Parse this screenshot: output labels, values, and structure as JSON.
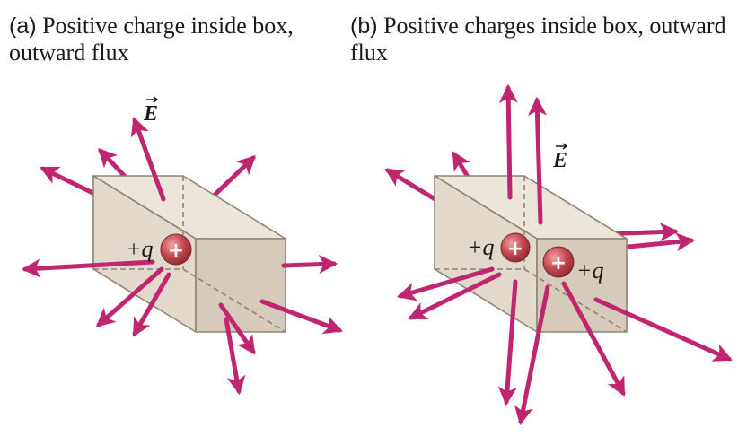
{
  "panel_a": {
    "tag": "(a)",
    "caption": "Positive charge inside box, outward flux",
    "field_label": "E",
    "charge_label": "+q",
    "charge_sign": "+"
  },
  "panel_b": {
    "tag": "(b)",
    "caption": "Positive charges inside box, outward flux",
    "field_label": "E",
    "charge_label_1": "+q",
    "charge_label_2": "+q",
    "charge_sign": "+"
  },
  "colors": {
    "arrow": "#c0266f",
    "box_front": "#e2d9cc",
    "box_side": "#d6cbbb",
    "box_top": "#ece5da",
    "box_edge": "#8e8476",
    "charge": "#c4484d"
  }
}
